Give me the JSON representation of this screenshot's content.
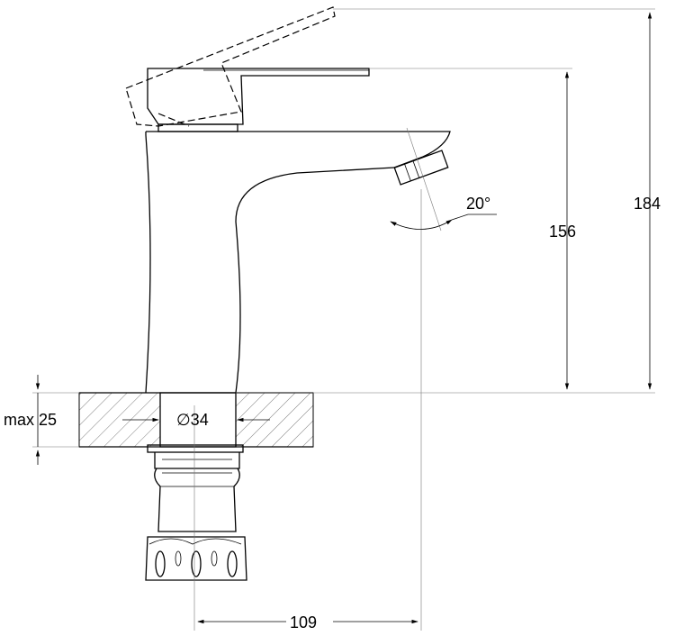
{
  "dimensions": {
    "total_height": "184",
    "spout_height": "156",
    "spout_reach": "109",
    "spout_angle": "20°",
    "max_thickness": "max 25",
    "hole_diameter": "∅34"
  }
}
